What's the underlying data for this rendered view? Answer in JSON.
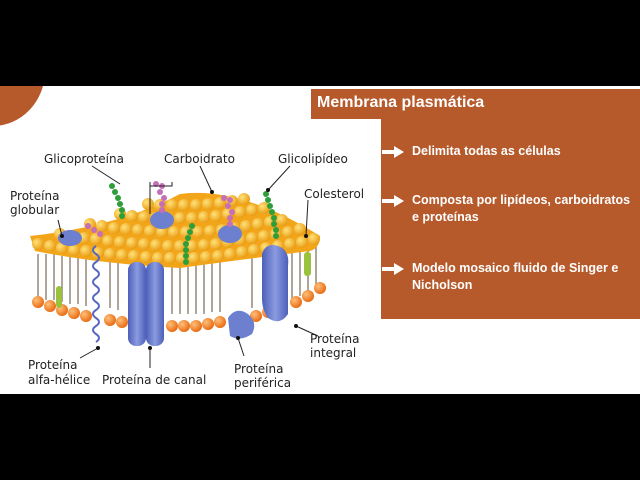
{
  "slide": {
    "title": "Membrana plasmática",
    "bullets": [
      {
        "text": "Delimita todas as células"
      },
      {
        "text": "Composta por lipídeos, carboidratos e proteínas"
      },
      {
        "text": "Modelo mosaico fluido de Singer e Nicholson"
      }
    ]
  },
  "diagram": {
    "labels": {
      "glicoproteina": "Glicoproteína",
      "carboidrato": "Carboidrato",
      "glicolipideo": "Glicolipídeo",
      "proteina_globular_1": "Proteína",
      "proteina_globular_2": "globular",
      "colesterol": "Colesterol",
      "proteina_integral_1": "Proteína",
      "proteina_integral_2": "integral",
      "proteina_periferica_1": "Proteína",
      "proteina_periferica_2": "periférica",
      "proteina_canal": "Proteína de canal",
      "proteina_alfa_1": "Proteína",
      "proteina_alfa_2": "alfa-hélice"
    },
    "colors": {
      "accent": "#b65a2c",
      "lipid_head": "#f5b323",
      "lipid_head_bottom": "#f08a1a",
      "protein": "#6d7fcf",
      "carbohydrate_green": "#2e9e3a",
      "carbohydrate_pink": "#c56fb8",
      "cholesterol": "#9bc23c"
    }
  }
}
